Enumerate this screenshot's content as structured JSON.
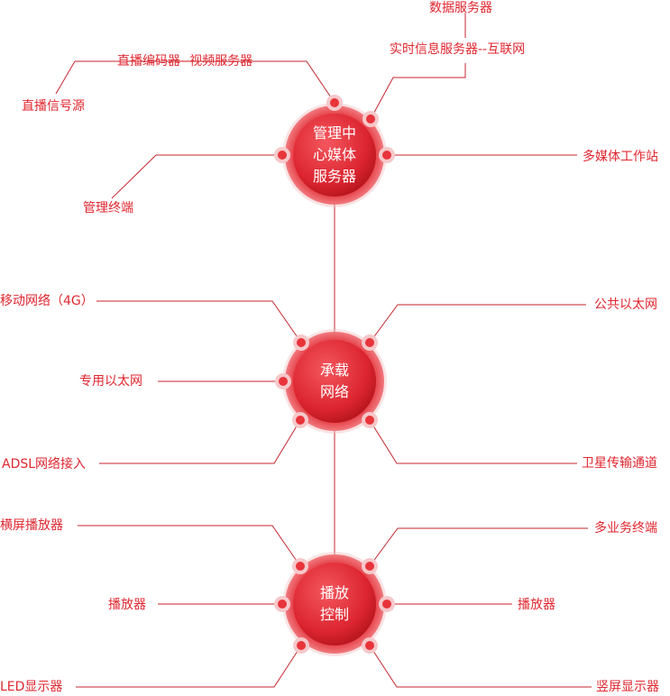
{
  "colors": {
    "accent": "#e0262f",
    "line": "#c4262e",
    "hub_light": "#f0444c",
    "hub_dark": "#c0171f",
    "dot": "#e8343b",
    "dot_halo": "#f6c8ca",
    "text_on_hub": "#ffffff"
  },
  "hubs": {
    "server": {
      "line1": "管理中",
      "line2": "心媒体",
      "line3": "服务器"
    },
    "network": {
      "line1": "承载",
      "line2": "网络"
    },
    "playback": {
      "line1": "播放",
      "line2": "控制"
    }
  },
  "server_nodes": {
    "data_server": "数据服务器",
    "realtime_server": "实时信息服务器--互联网",
    "encoder": "直播编码器--视频服务器",
    "live_source": "直播信号源",
    "workstation": "多媒体工作站",
    "mgmt_terminal": "管理终端"
  },
  "network_nodes": {
    "mobile": "移动网络（4G）",
    "public_eth": "公共以太网",
    "private_eth": "专用以太网",
    "adsl": "ADSL网络接入",
    "satellite": "卫星传输通道"
  },
  "playback_nodes": {
    "landscape": "横屏播放器",
    "multi_terminal": "多业务终端",
    "player_left": "播放器",
    "player_right": "播放器",
    "led": "LED显示器",
    "portrait": "竖屏显示器"
  }
}
